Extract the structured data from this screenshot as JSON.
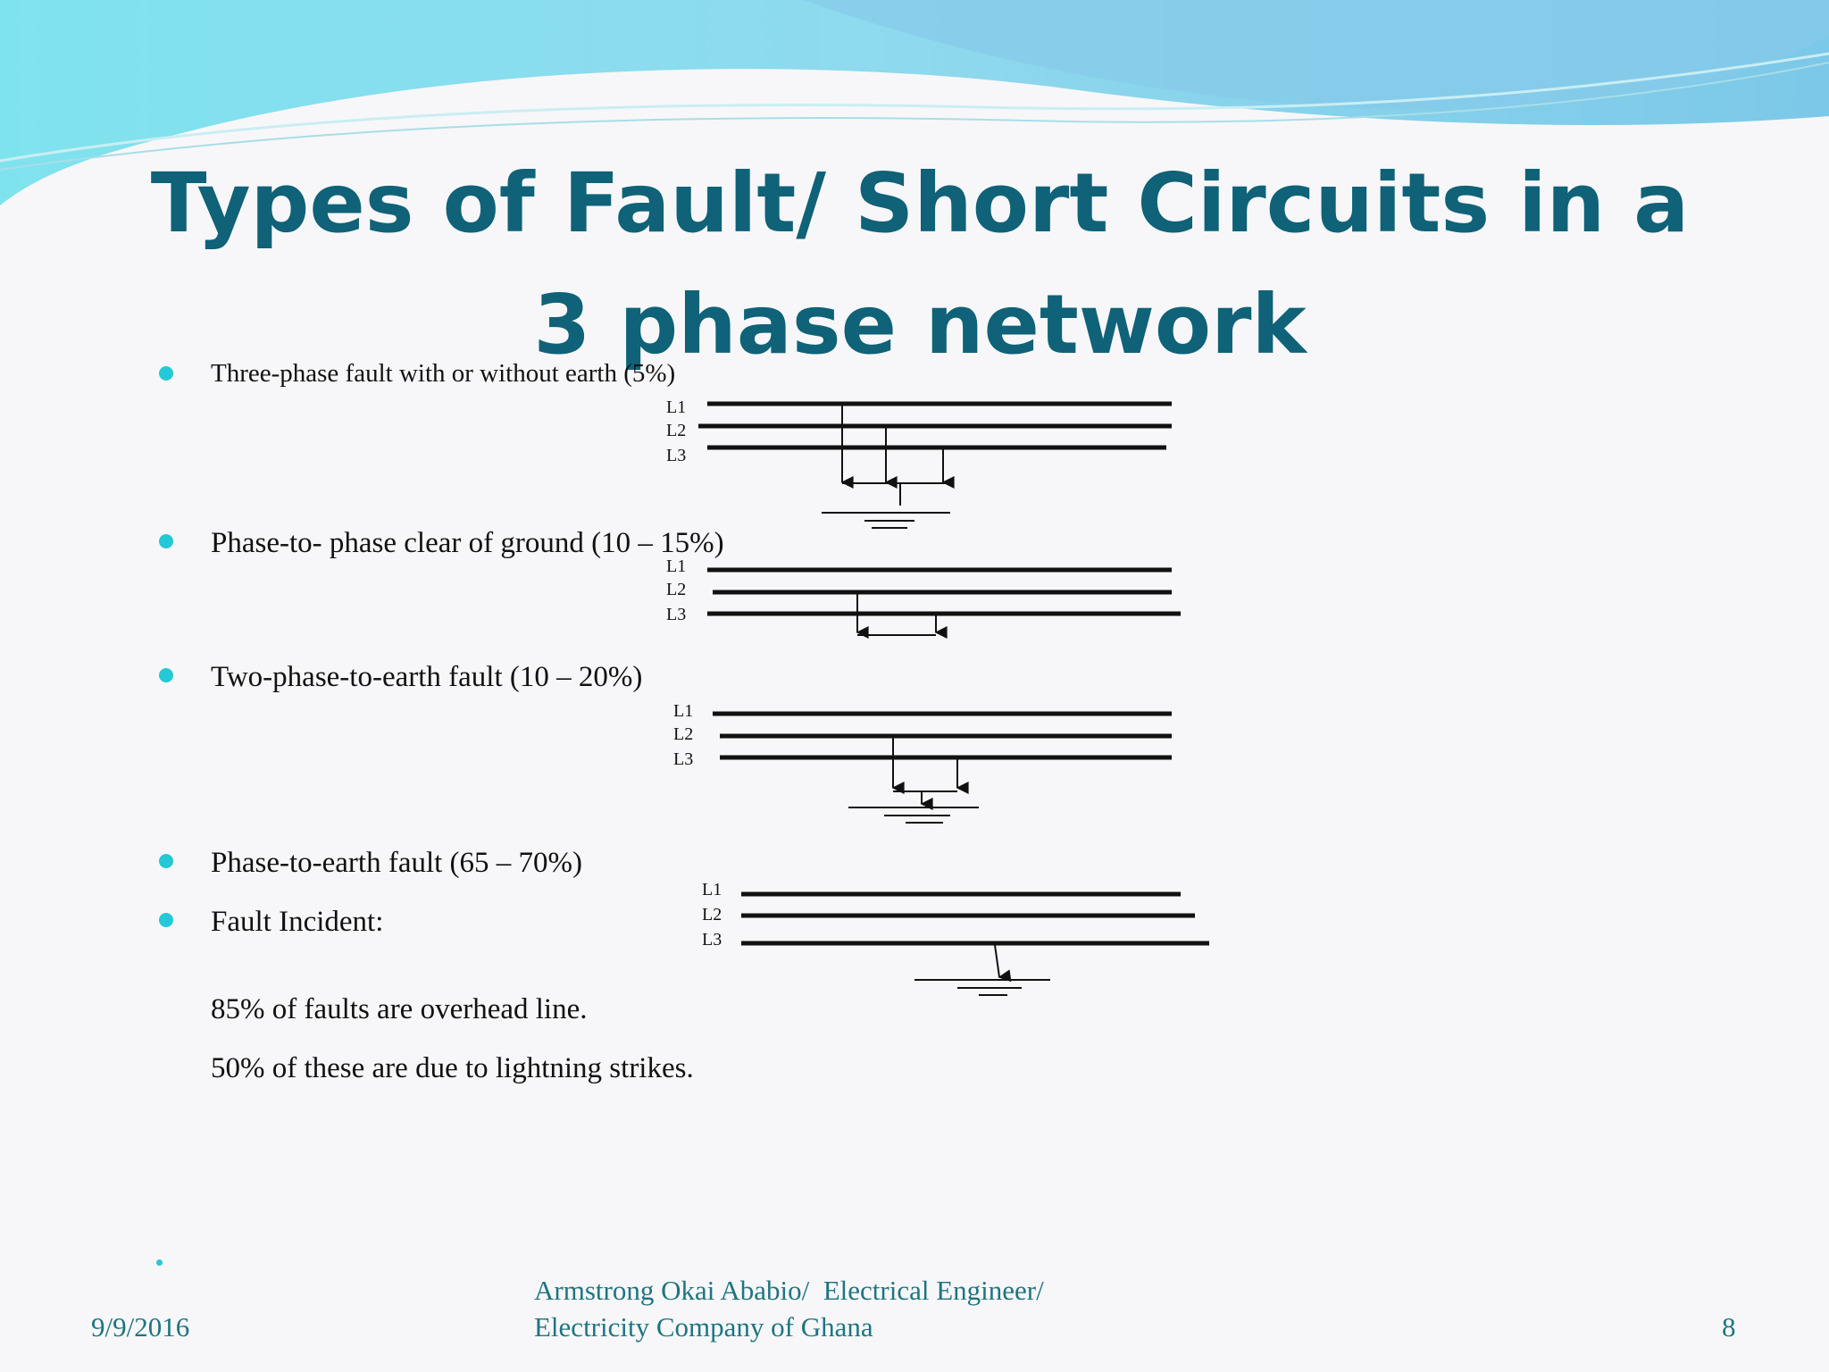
{
  "title": "Types of Fault/ Short Circuits in a 3 phase network",
  "bullets": [
    {
      "text": "Three-phase fault with or without earth (5%)"
    },
    {
      "text": "Phase-to- phase clear of ground (10 – 15%)"
    },
    {
      "text": "Two-phase-to-earth fault (10 – 20%)"
    },
    {
      "text": "Phase-to-earth fault (65 – 70%)"
    },
    {
      "text": "Fault Incident:"
    }
  ],
  "sub_lines": [
    "85% of faults are overhead line.",
    "50% of these are due to lightning strikes."
  ],
  "diagram_labels": {
    "l1": "L1",
    "l2": "L2",
    "l3": "L3"
  },
  "footer": {
    "date": "9/9/2016",
    "author_line1": "Armstrong Okai Ababio/  Electrical Engineer/",
    "author_line2": "Electricity Company of Ghana",
    "page": "8"
  },
  "colors": {
    "title": "#0f6278",
    "bullet": "#24c8d6",
    "footer": "#1e7580"
  }
}
